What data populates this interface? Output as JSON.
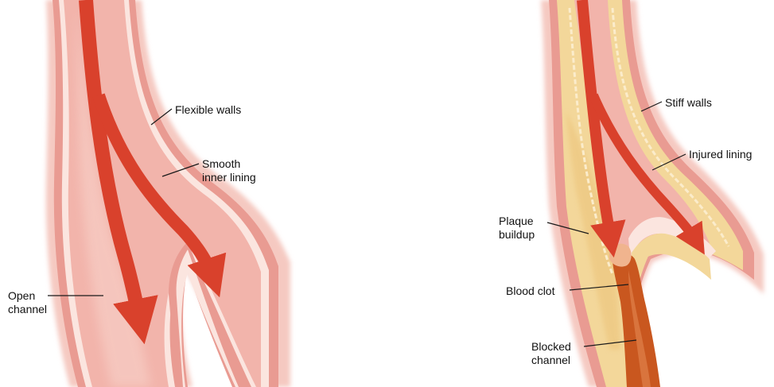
{
  "colors": {
    "wall_outer": "#f5c9c1",
    "wall_band": "#e99b92",
    "inner_lining": "#fbe5df",
    "channel": "#f2b4ab",
    "flow_arrow": "#d9412c",
    "plaque": "#f3d79a",
    "plaque_edge": "#e3b76a",
    "clot": "#c9571f"
  },
  "healthy": {
    "flexible_walls": "Flexible walls",
    "smooth_lining_1": "Smooth",
    "smooth_lining_2": "inner lining",
    "open_channel_1": "Open",
    "open_channel_2": "channel"
  },
  "diseased": {
    "stiff_walls": "Stiff walls",
    "injured_lining": "Injured lining",
    "plaque_1": "Plaque",
    "plaque_2": "buildup",
    "blood_clot": "Blood clot",
    "blocked_1": "Blocked",
    "blocked_2": "channel"
  }
}
